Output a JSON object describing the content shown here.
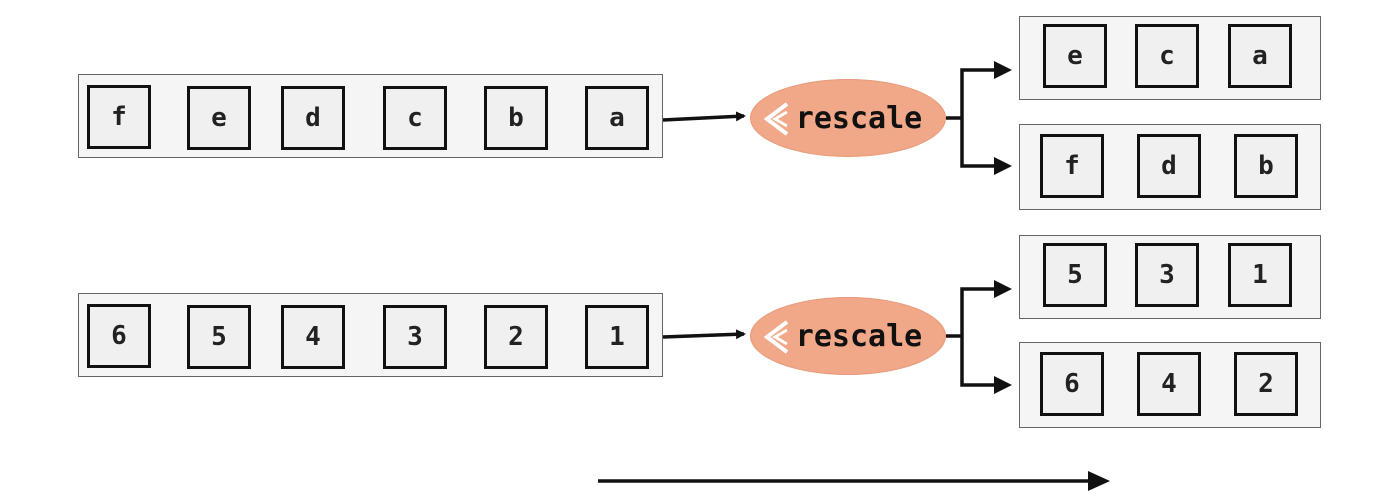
{
  "rows": [
    {
      "input": [
        "f",
        "e",
        "d",
        "c",
        "b",
        "a"
      ],
      "node_label": "rescale",
      "outputs": [
        [
          "e",
          "c",
          "a"
        ],
        [
          "f",
          "d",
          "b"
        ]
      ]
    },
    {
      "input": [
        "6",
        "5",
        "4",
        "3",
        "2",
        "1"
      ],
      "node_label": "rescale",
      "outputs": [
        [
          "5",
          "3",
          "1"
        ],
        [
          "6",
          "4",
          "2"
        ]
      ]
    }
  ],
  "colors": {
    "node_fill": "#f0a888",
    "cell_fill": "#f0f0f0",
    "strip_fill": "#f5f5f5",
    "stroke": "#111111"
  },
  "icons": {
    "node_icon": "chevron-left-icon"
  }
}
